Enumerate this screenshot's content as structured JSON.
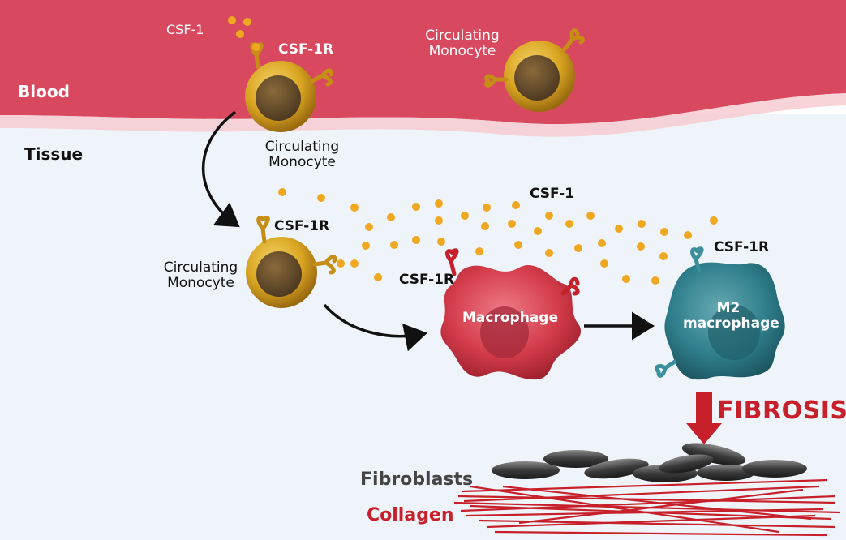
{
  "zones": {
    "blood": "Blood",
    "tissue": "Tissue"
  },
  "labels": {
    "csf1_top": "CSF-1",
    "csf1r_top": "CSF-1R",
    "monocyte_blood_line1": "Circulating",
    "monocyte_blood_line2": "Monocyte",
    "monocyte_exit_line1": "Circulating",
    "monocyte_exit_line2": "Monocyte",
    "csf1_tissue": "CSF-1",
    "csf1r_tissue_monocyte": "CSF-1R",
    "monocyte_tissue_line1": "Circulating",
    "monocyte_tissue_line2": "Monocyte",
    "csf1r_macrophage": "CSF-1R",
    "macrophage": "Macrophage",
    "csf1r_m2": "CSF-1R",
    "m2_line1": "M2",
    "m2_line2": "macrophage",
    "fibrosis": "FIBROSIS",
    "fibroblasts": "Fibroblasts",
    "collagen": "Collagen"
  },
  "colors": {
    "blood_vessel": "#d8495f",
    "tissue_bg": "#eef4fa",
    "monocyte": "#d9a521",
    "csf1_dot": "#f0a820",
    "macrophage": "#d43c4a",
    "m2_macrophage": "#2f7f8c",
    "fibrosis_red": "#c8202a",
    "fibroblast": "#3a3a3a"
  }
}
